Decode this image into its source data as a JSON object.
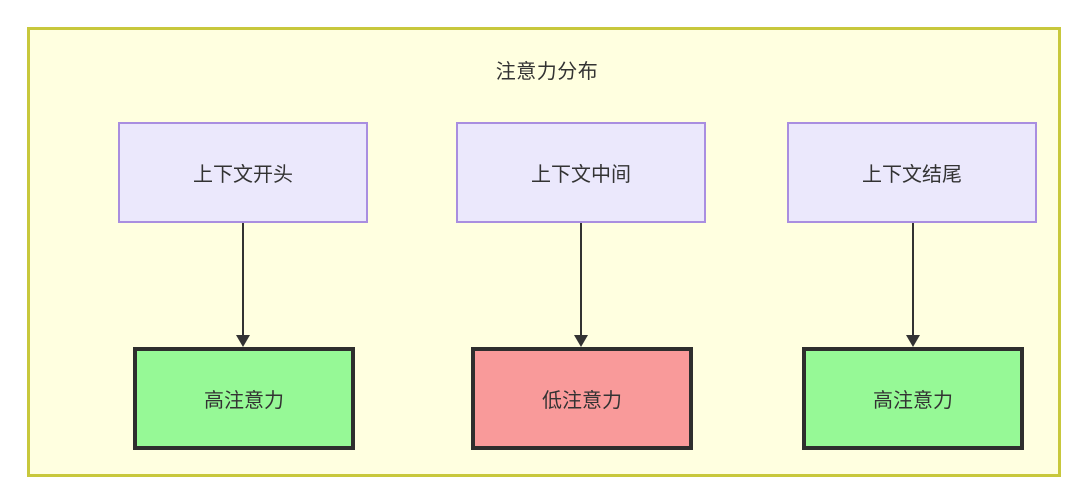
{
  "diagram": {
    "title": "注意力分布",
    "container": {
      "fill": "#ffffe0",
      "stroke": "#c8c83c"
    },
    "columns": [
      {
        "source": {
          "label": "上下文开头",
          "fill": "#ebe8fc",
          "stroke": "#a98ee0"
        },
        "target": {
          "label": "高注意力",
          "fill": "#96f996",
          "stroke": "#2e2e2e"
        },
        "connector": {
          "type": "arrow",
          "direction": "down",
          "color": "#333333"
        }
      },
      {
        "source": {
          "label": "上下文中间",
          "fill": "#ebe8fc",
          "stroke": "#a98ee0"
        },
        "target": {
          "label": "低注意力",
          "fill": "#f99a9a",
          "stroke": "#2e2e2e"
        },
        "connector": {
          "type": "arrow",
          "direction": "down",
          "color": "#333333"
        }
      },
      {
        "source": {
          "label": "上下文结尾",
          "fill": "#ebe8fc",
          "stroke": "#a98ee0"
        },
        "target": {
          "label": "高注意力",
          "fill": "#96f996",
          "stroke": "#2e2e2e"
        },
        "connector": {
          "type": "arrow",
          "direction": "down",
          "color": "#333333"
        }
      }
    ]
  }
}
